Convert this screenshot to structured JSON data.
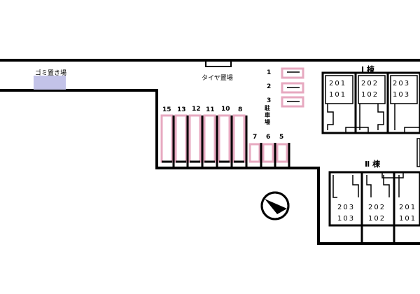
{
  "labels": {
    "garbage": "ゴミ置き場",
    "tire": "タイヤ置場",
    "parking": "駐\n車\n場"
  },
  "parking_spaces": [
    "1",
    "2",
    "3",
    "15",
    "13",
    "12",
    "11",
    "10",
    "8",
    "7",
    "6",
    "5"
  ],
  "buildings": {
    "wing1": {
      "name": "Ⅰ 棟",
      "rooms_top": [
        "201",
        "202",
        "203"
      ],
      "rooms_bottom": [
        "101",
        "102",
        "103"
      ]
    },
    "wing2": {
      "name": "Ⅱ 棟",
      "rooms_top": [
        "203",
        "202",
        "201"
      ],
      "rooms_bottom": [
        "103",
        "102",
        "101"
      ]
    }
  },
  "colors": {
    "outline": "#000000",
    "parking": "#e7a9c0",
    "garbage": "#c3c3e8"
  },
  "icons": {
    "compass": "north-arrow-icon"
  }
}
